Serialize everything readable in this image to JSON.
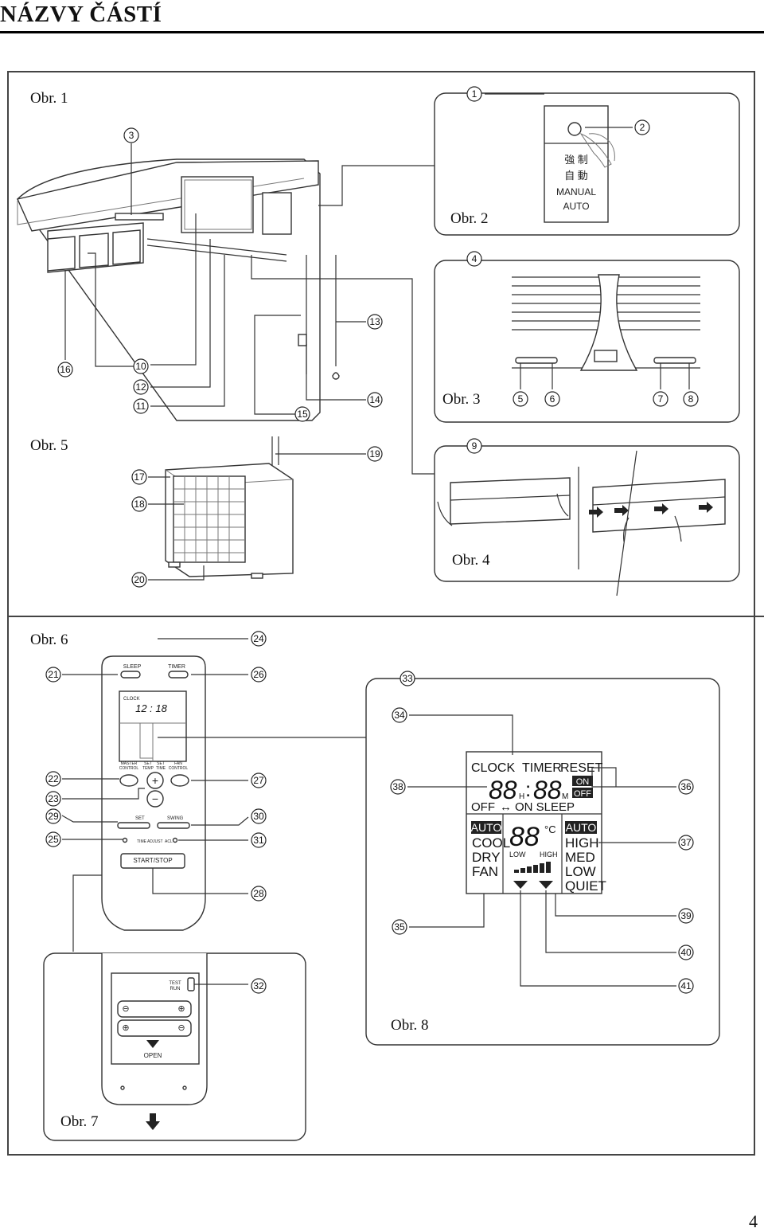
{
  "header": {
    "title": "NÁZVY ČÁSTÍ"
  },
  "figures": {
    "obr1": "Obr. 1",
    "obr2": "Obr. 2",
    "obr3": "Obr. 3",
    "obr4": "Obr. 4",
    "obr5": "Obr. 5",
    "obr6": "Obr. 6",
    "obr7": "Obr. 7",
    "obr8": "Obr. 8"
  },
  "manual_panel": {
    "line1": "強 制",
    "line2": "自 動",
    "line3": "MANUAL",
    "line4": "AUTO"
  },
  "remote": {
    "sleep": "SLEEP",
    "timer": "TIMER",
    "clock": "CLOCK",
    "time": "12 : 18",
    "master": "MASTER",
    "control": "CONTROL",
    "set": "SET",
    "temp": "TEMP",
    "time_lbl": "TIME",
    "fan": "FAN",
    "swing": "SWING",
    "time_adjust": "TIME ADJUST",
    "acl": "ACL",
    "start_stop": "START/STOP",
    "test_run": "TEST",
    "run": "RUN",
    "open": "OPEN"
  },
  "display": {
    "clock": "CLOCK",
    "timer": "TIMER",
    "reset": "RESET",
    "digits": "88",
    "h": "H",
    "m": "M",
    "on": "ON",
    "off": "OFF",
    "off_on": "OFF",
    "on_sleep": "ON SLEEP",
    "mode_auto": "AUTO",
    "mode_cool": "COOL",
    "mode_dry": "DRY",
    "mode_fan": "FAN",
    "temp_digits": "88",
    "temp_unit": "°C",
    "low": "LOW",
    "high": "HIGH",
    "fan_auto": "AUTO",
    "fan_high": "HIGH",
    "fan_med": "MED",
    "fan_low": "LOW",
    "fan_quiet": "QUIET"
  },
  "callouts": [
    "1",
    "2",
    "3",
    "4",
    "5",
    "6",
    "7",
    "8",
    "9",
    "10",
    "11",
    "12",
    "13",
    "14",
    "15",
    "16",
    "17",
    "18",
    "19",
    "20",
    "21",
    "22",
    "23",
    "24",
    "25",
    "26",
    "27",
    "28",
    "29",
    "30",
    "31",
    "32",
    "33",
    "34",
    "35",
    "36",
    "37",
    "38",
    "39",
    "40",
    "41"
  ],
  "page_number": "4"
}
